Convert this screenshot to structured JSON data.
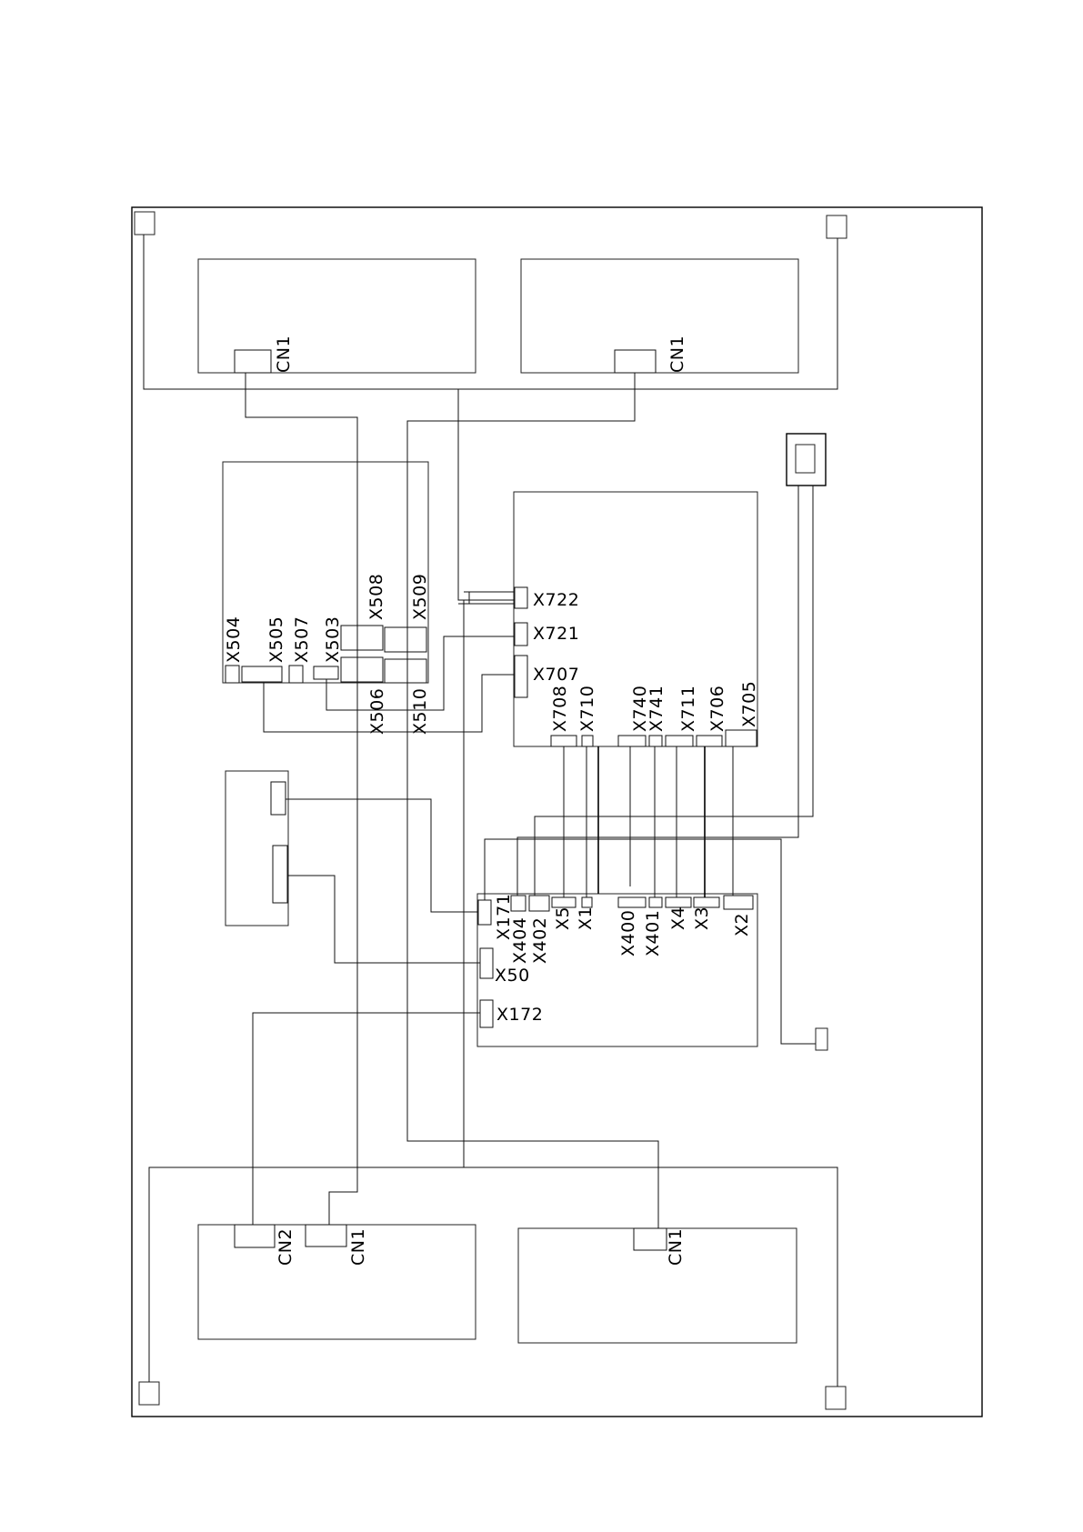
{
  "labels": {
    "cn1_top_left": "CN1",
    "cn1_top_right": "CN1",
    "cn2_bottom_left": "CN2",
    "cn1_bottom_left": "CN1",
    "cn1_bottom_right": "CN1",
    "x504": "X504",
    "x505": "X505",
    "x507": "X507",
    "x503": "X503",
    "x508": "X508",
    "x509": "X509",
    "x506": "X506",
    "x510": "X510",
    "x722": "X722",
    "x721": "X721",
    "x707": "X707",
    "x708": "X708",
    "x710": "X710",
    "x740": "X740",
    "x741": "X741",
    "x711": "X711",
    "x706": "X706",
    "x705": "X705",
    "x171": "X171",
    "x404": "X404",
    "x402": "X402",
    "x5": "X5",
    "x1": "X1",
    "x400": "X400",
    "x401": "X401",
    "x4": "X4",
    "x3": "X3",
    "x2": "X2",
    "x50": "X50",
    "x172": "X172"
  }
}
